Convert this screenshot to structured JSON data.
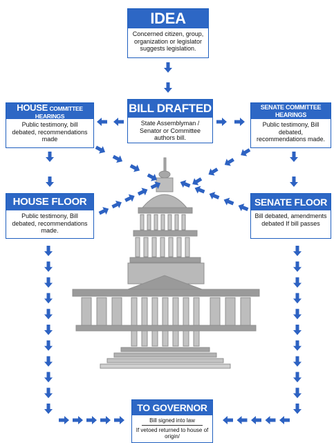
{
  "colors": {
    "accent": "#2d67c5",
    "arrow": "#2d62c2",
    "capitol": "#9c9c9c"
  },
  "idea": {
    "title": "IDEA",
    "text": "Concerned citizen, group, organization or legislator suggests legislation."
  },
  "bill_drafted": {
    "title": "BILL DRAFTED",
    "text": "State Assemblyman / Senator or Committee authors bill."
  },
  "house_committee": {
    "title_main": "HOUSE",
    "title_sub1": "COMMITTEE",
    "title_sub2": "HEARINGS",
    "text": "Public testimony, bill debated, recommendations made"
  },
  "senate_committee": {
    "title_line1": "SENATE COMMITTEE",
    "title_line2": "HEARINGS",
    "text": "Public testimony, Bill debated, recommendations made."
  },
  "house_floor": {
    "title": "HOUSE FLOOR",
    "text": "Public testimony, Bill debated, recommendations made."
  },
  "senate_floor": {
    "title": "SENATE FLOOR",
    "text": "Bill debated, amendments debated If bill passes"
  },
  "governor": {
    "title": "TO GOVERNOR",
    "text1": "Bill signed into law",
    "text2": "If vetoed returned to house of origin/"
  }
}
